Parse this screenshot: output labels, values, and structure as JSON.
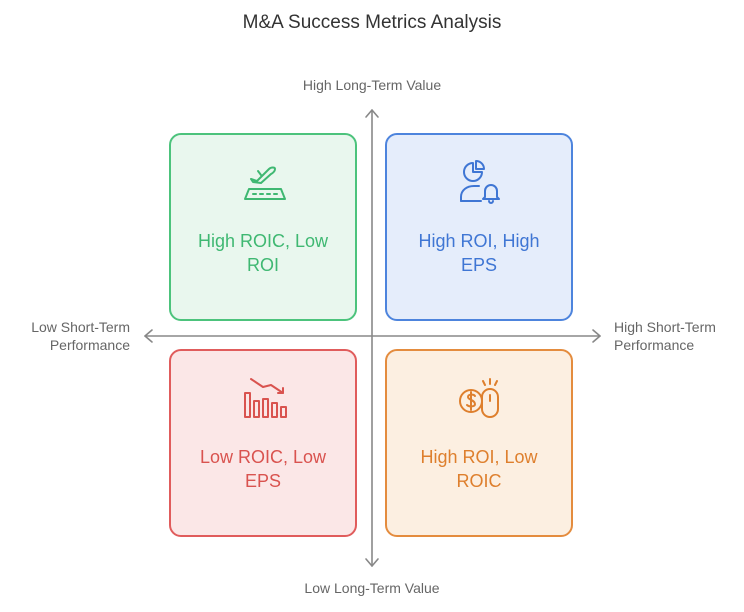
{
  "title": "M&A Success Metrics Analysis",
  "axes": {
    "top": "High Long-Term Value",
    "bottom": "Low Long-Term Value",
    "left_line1": "Low Short-Term",
    "left_line2": "Performance",
    "right_line1": "High Short-Term",
    "right_line2": "Performance"
  },
  "quadrants": {
    "top_left": {
      "line1": "High ROIC, Low",
      "line2": "ROI",
      "icon": "airplane-takeoff-icon",
      "color": "#3fb872"
    },
    "top_right": {
      "line1": "High ROI, High",
      "line2": "EPS",
      "icon": "user-chart-bell-icon",
      "color": "#3f76d4"
    },
    "bottom_left": {
      "line1": "Low ROIC, Low",
      "line2": "EPS",
      "icon": "declining-bar-chart-icon",
      "color": "#d9534f"
    },
    "bottom_right": {
      "line1": "High ROI, Low",
      "line2": "ROIC",
      "icon": "dollar-mouse-icon",
      "color": "#de7f2d"
    }
  }
}
